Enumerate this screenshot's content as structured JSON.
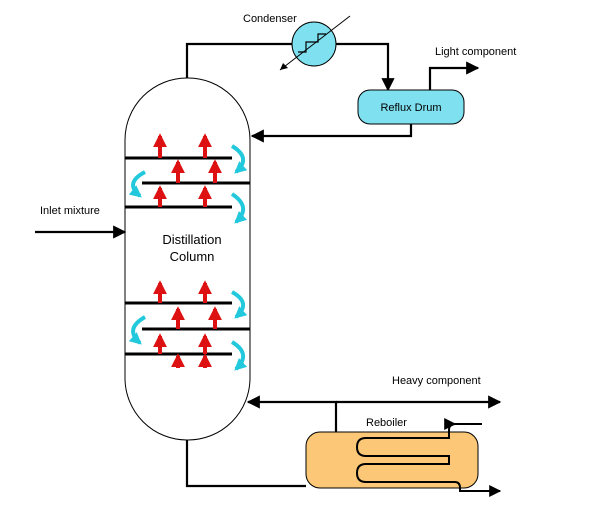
{
  "labels": {
    "condenser": "Condenser",
    "light_component": "Light component",
    "reflux_drum": "Reflux Drum",
    "inlet_mixture": "Inlet mixture",
    "column_line1": "Distillation",
    "column_line2": "Column",
    "heavy_component": "Heavy component",
    "reboiler": "Reboiler"
  },
  "colors": {
    "condenser_fill": "#7fe0f0",
    "reflux_drum_fill": "#7fe0f0",
    "reboiler_fill": "#fcc878",
    "vapor_arrow": "#dd1111",
    "liquid_arrow": "#22c8dc"
  }
}
